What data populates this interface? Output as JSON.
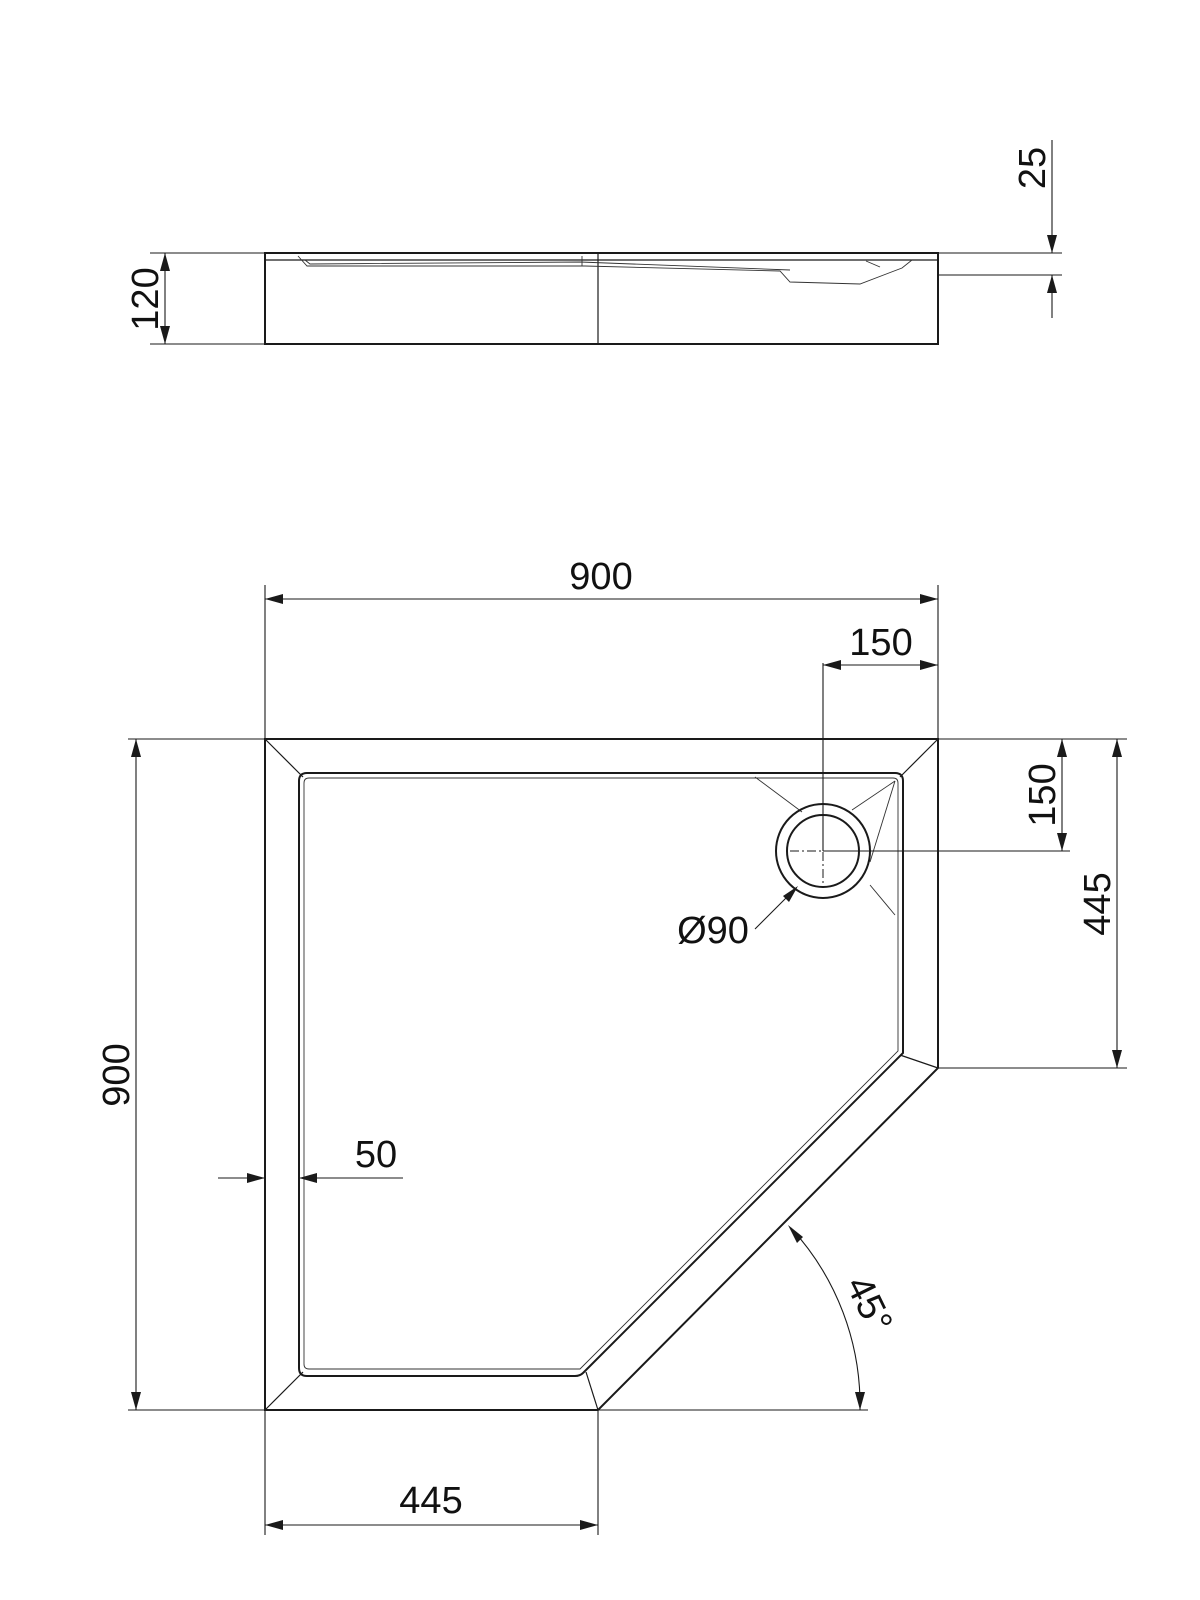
{
  "side_view": {
    "height_label": "120",
    "rim_label": "25"
  },
  "plan_view": {
    "width_label": "900",
    "height_label": "900",
    "drain_offset_x_label": "150",
    "drain_offset_y_label": "150",
    "drain_diameter_label": "Ø90",
    "corner_to_face_label": "445",
    "bottom_edge_label": "445",
    "rim_width_label": "50",
    "angle_label": "45°"
  }
}
